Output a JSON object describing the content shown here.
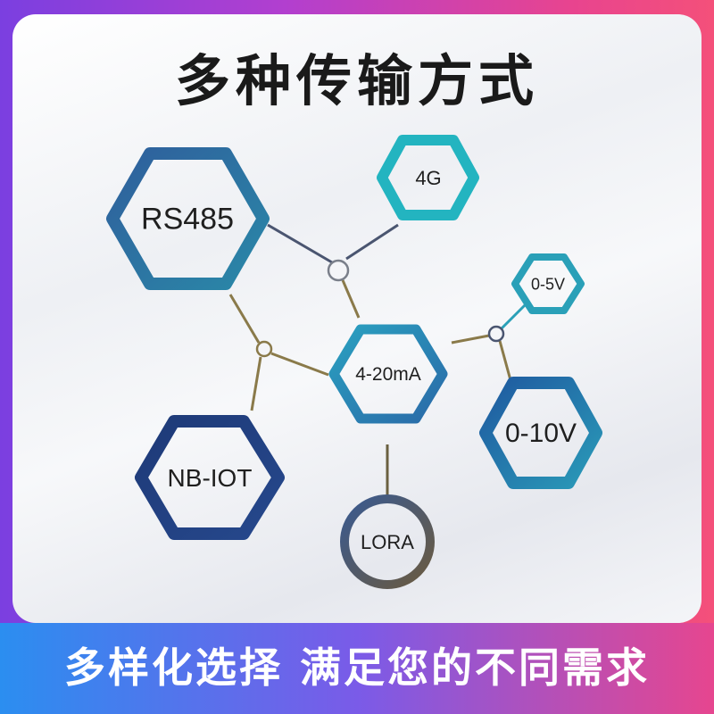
{
  "title": "多种传输方式",
  "tagline": "多样化选择 满足您的不同需求",
  "nodes": {
    "rs485": "RS485",
    "g4": "4G",
    "ma420": "4-20mA",
    "v05": "0-5V",
    "v010": "0-10V",
    "nbiot": "NB-IOT",
    "lora": "LORA"
  },
  "colors": {
    "background_left": "#7b3fe0",
    "background_right": "#f4507a",
    "hex_dark_blue": "#1f4f8f",
    "hex_teal": "#23b4c0",
    "hex_mid_blue": "#2a86b0",
    "connector_gold": "#8a7a4a",
    "connector_slate": "#4a5570",
    "bar_left": "#2b8ef0",
    "bar_right": "#e6468f"
  }
}
